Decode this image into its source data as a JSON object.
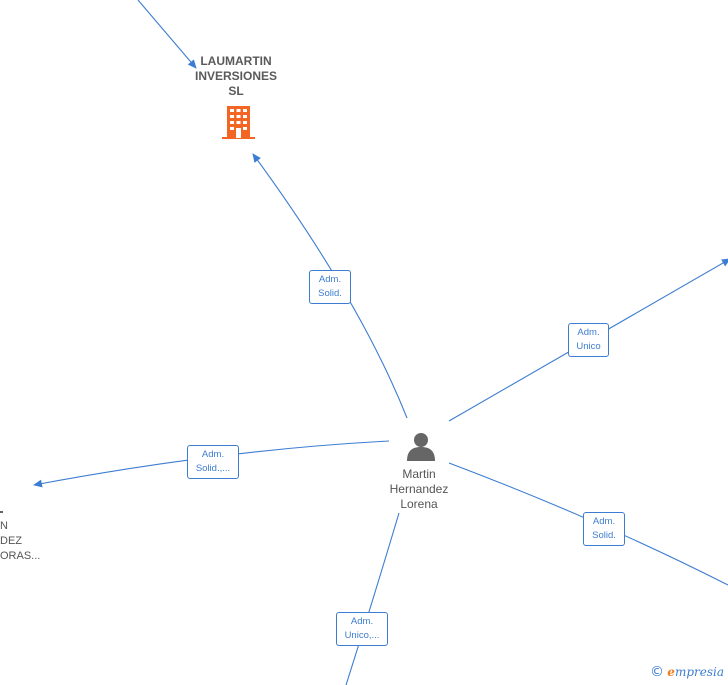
{
  "nodes": {
    "company_main": {
      "lines": [
        "LAUMARTIN",
        "INVERSIONES",
        "SL"
      ],
      "icon": "building-icon",
      "color": "#f26522"
    },
    "person_center": {
      "lines": [
        "Martin",
        "Hernandez",
        "Lorena"
      ],
      "icon": "person-icon",
      "color": "#666666"
    },
    "partial_left": {
      "lines": [
        "N",
        "DEZ",
        "ORAS..."
      ]
    }
  },
  "edges": [
    {
      "id": "edge-company",
      "label": [
        "Adm.",
        "Solid."
      ]
    },
    {
      "id": "edge-upper-right",
      "label": [
        "Adm.",
        "Unico"
      ]
    },
    {
      "id": "edge-left",
      "label": [
        "Adm.",
        "Solid.,..."
      ]
    },
    {
      "id": "edge-lower-right",
      "label": [
        "Adm.",
        "Solid."
      ]
    },
    {
      "id": "edge-bottom",
      "label": [
        "Adm.",
        "Unico,..."
      ]
    }
  ],
  "colors": {
    "edge": "#3d7dd1",
    "company": "#f26522",
    "person": "#666666"
  },
  "brand": {
    "copyright": "©",
    "initial": "e",
    "rest": "mpresia"
  }
}
